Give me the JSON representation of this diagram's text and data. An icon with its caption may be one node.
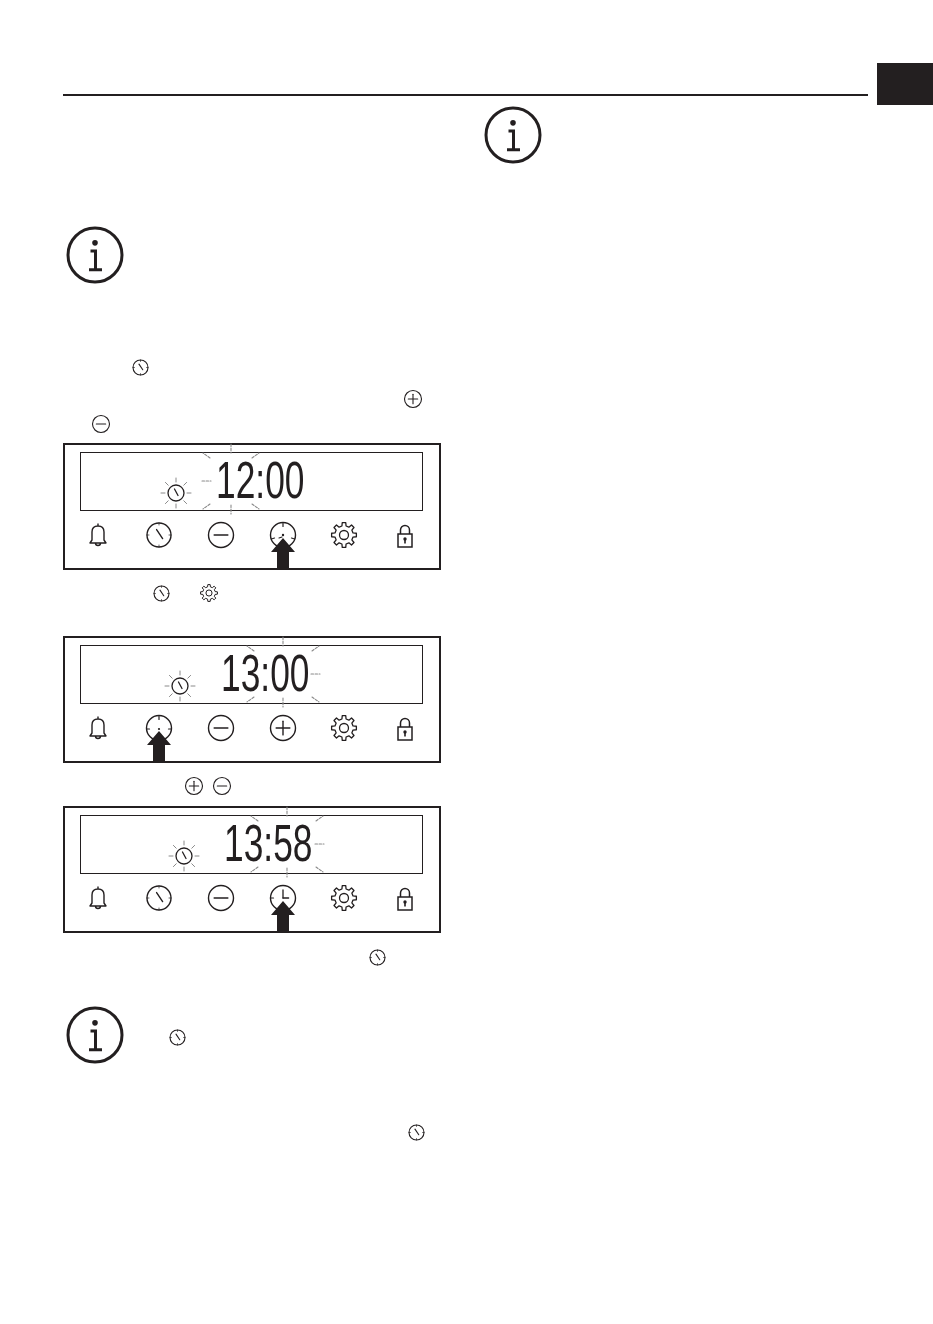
{
  "diagram": {
    "nodes": [
      {
        "text": [
          "12:00"
        ]
      },
      {
        "text": [
          "13:00"
        ]
      },
      {
        "text": [
          "13:58"
        ]
      }
    ]
  }
}
